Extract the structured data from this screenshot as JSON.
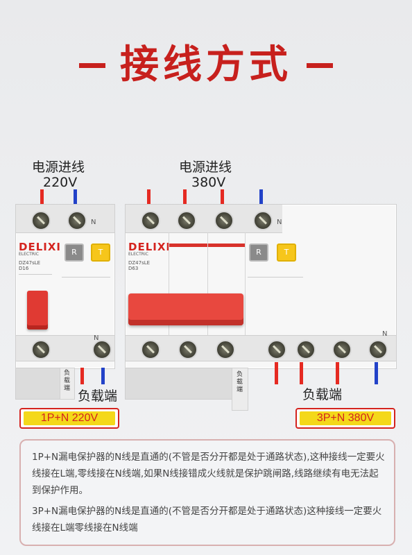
{
  "title": "一接线方式一",
  "title_text": "接线方式",
  "left": {
    "input_label": "电源进线",
    "voltage": "220V",
    "load_label": "负载端",
    "side_label": "负载端",
    "model": "DZ47sLE",
    "rating": "D16",
    "n_mark": "N",
    "badge": "1P+N  220V"
  },
  "right": {
    "input_label": "电源进线",
    "voltage": "380V",
    "load_label": "负载端",
    "side_label": "负载端",
    "model": "DZ47sLE",
    "rating": "D63",
    "n_mark": "N",
    "badge": "3P+N  380V"
  },
  "brand": "DELIXI",
  "brand_sub": "ELECTRIC",
  "button_r": "R",
  "button_t": "T",
  "notes": {
    "p1": "1P+N漏电保护器的N线是直通的(不管是否分开都是处于通路状态),这种接线一定要火线接在L端,零线接在N线端,如果N线接错成火线就是保护跳闸路,线路继续有电无法起到保护作用。",
    "p2": "3P+N漏电保护器的N线是直通的(不管是否分开都是处于通路状态)这种接线一定要火线接在L端零线接在N线端"
  },
  "colors": {
    "accent_red": "#c7201d",
    "live_wire": "#e52a22",
    "neutral_wire": "#2242c8",
    "badge_fill": "#f4d81a"
  }
}
